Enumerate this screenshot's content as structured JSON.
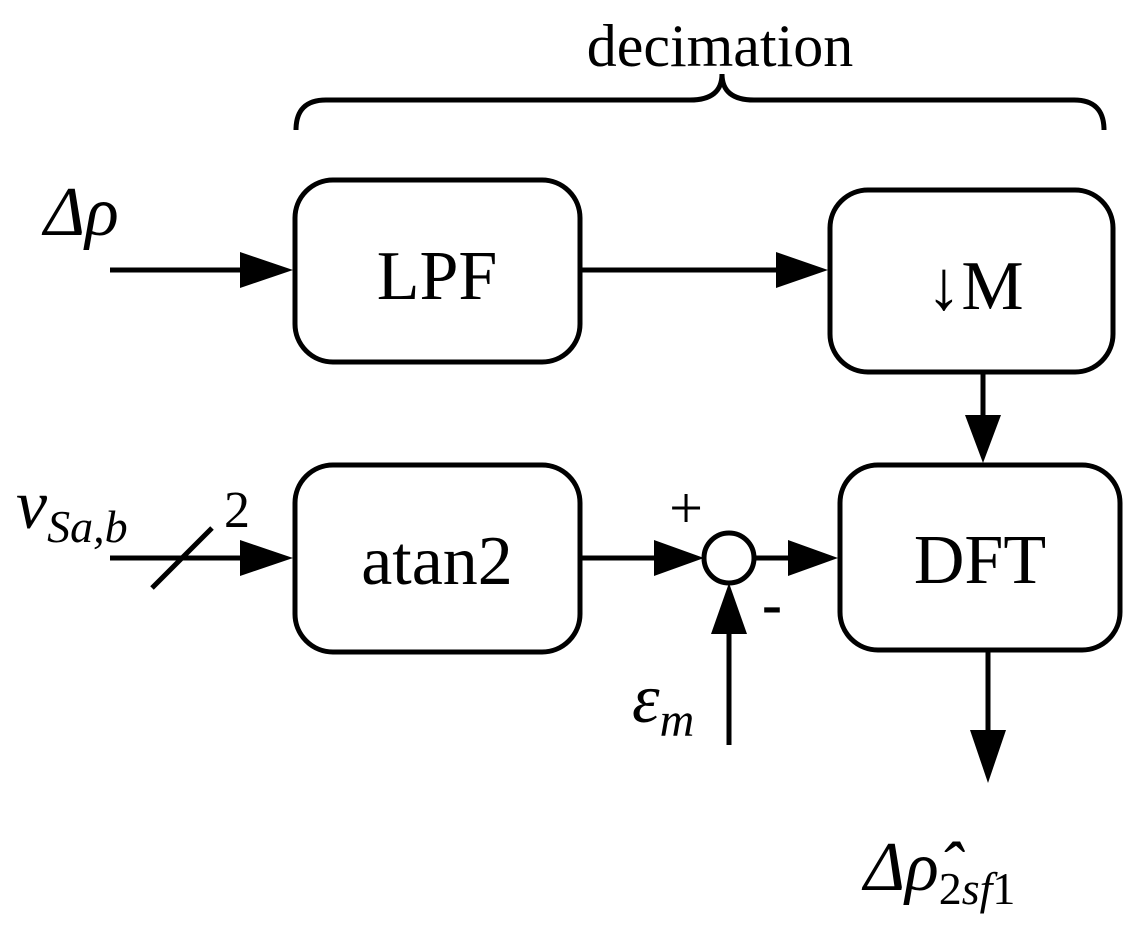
{
  "brace_label": "decimation",
  "blocks": {
    "lpf": "LPF",
    "downsample": "↓M",
    "atan2": "atan2",
    "dft": "DFT"
  },
  "inputs": {
    "delta_rho": "Δρ",
    "v_main": "v",
    "v_sub": "Sa,b",
    "bus_width": "2",
    "epsilon_main": "ε",
    "epsilon_sub": "m"
  },
  "summing_junction": {
    "plus": "+",
    "minus": "-"
  },
  "output": {
    "main": "Δρ̂",
    "sub_a": "2",
    "sub_b": "sf",
    "sub_c": "1"
  }
}
